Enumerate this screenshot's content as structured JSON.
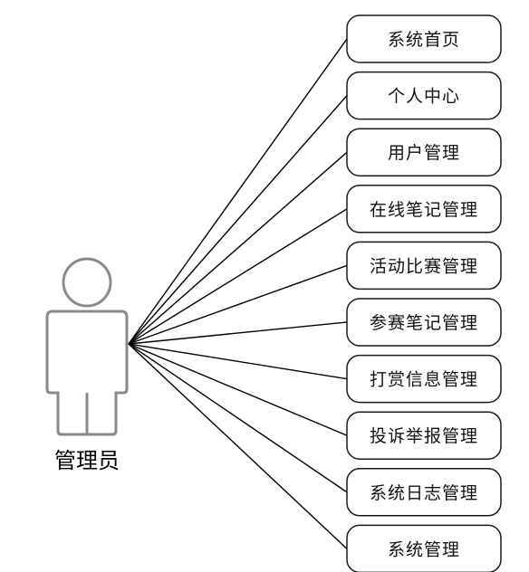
{
  "actor": {
    "label": "管理员"
  },
  "use_cases": [
    {
      "label": "系统首页"
    },
    {
      "label": "个人中心"
    },
    {
      "label": "用户管理"
    },
    {
      "label": "在线笔记管理"
    },
    {
      "label": "活动比赛管理"
    },
    {
      "label": "参赛笔记管理"
    },
    {
      "label": "打赏信息管理"
    },
    {
      "label": "投诉举报管理"
    },
    {
      "label": "系统日志管理"
    },
    {
      "label": "系统管理"
    }
  ]
}
